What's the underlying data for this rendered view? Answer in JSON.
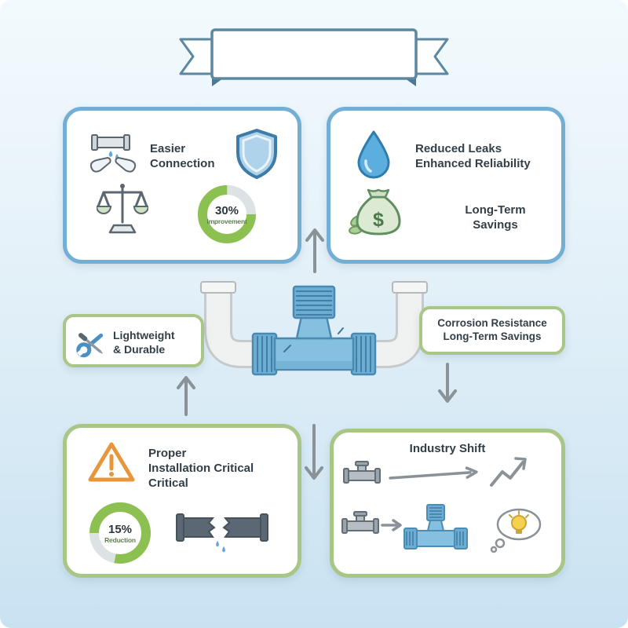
{
  "colors": {
    "card_border_blue": "#73aed4",
    "card_border_green": "#a8c786",
    "arrow_gray": "#8a9298",
    "donut_green": "#8cc152",
    "donut_track": "#dde2e5",
    "warning_orange": "#e8963c",
    "water_drop_blue": "#5caede",
    "money_green": "#5f8f5f",
    "fitting_blue": "#85c0e0",
    "ribbon_border": "#5d87a0",
    "title_text": "#323f48"
  },
  "cards": {
    "easier_connection": {
      "title": "Easier\nConnection",
      "donut": {
        "value": "30%",
        "label": "Improvement",
        "percent": 75
      }
    },
    "reduced_leaks": {
      "title": "Reduced Leaks\nEnhanced Reliability",
      "secondary": "Long-Term\nSavings"
    },
    "lightweight": {
      "title": "Lightweight\n& Durable"
    },
    "corrosion": {
      "title": "Corrosion Resistance\nLong-Term Savings"
    },
    "proper_installation": {
      "title": "Proper\nInstallation Critical\nCritical",
      "donut": {
        "value": "15%",
        "label": "Reduction",
        "percent": 78
      }
    },
    "industry_shift": {
      "title": "Industry Shift"
    }
  }
}
